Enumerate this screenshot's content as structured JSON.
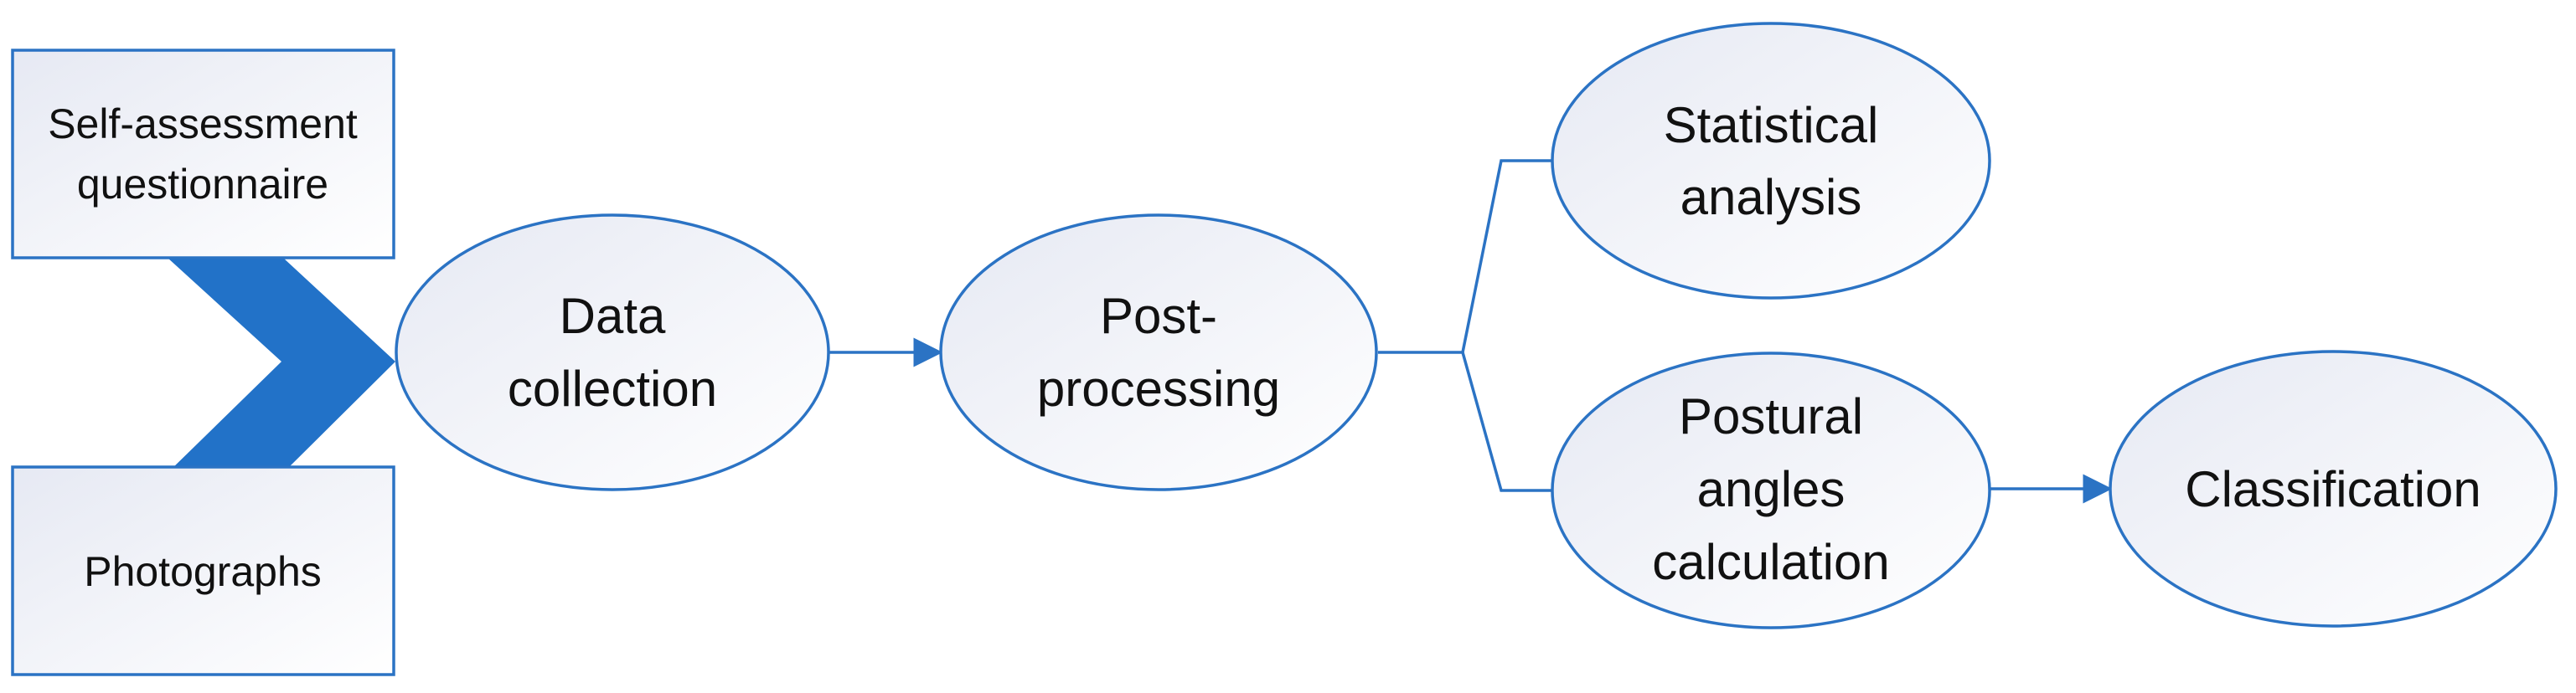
{
  "diagram": {
    "inputs": {
      "questionnaire": [
        "Self-assessment",
        "questionnaire"
      ],
      "photographs": "Photographs"
    },
    "nodes": {
      "data_collection": [
        "Data",
        "collection"
      ],
      "post_processing": [
        "Post-",
        "processing"
      ],
      "statistical_analysis": [
        "Statistical",
        "analysis"
      ],
      "postural_angles": [
        "Postural",
        "angles",
        "calculation"
      ],
      "classification": "Classification"
    }
  }
}
